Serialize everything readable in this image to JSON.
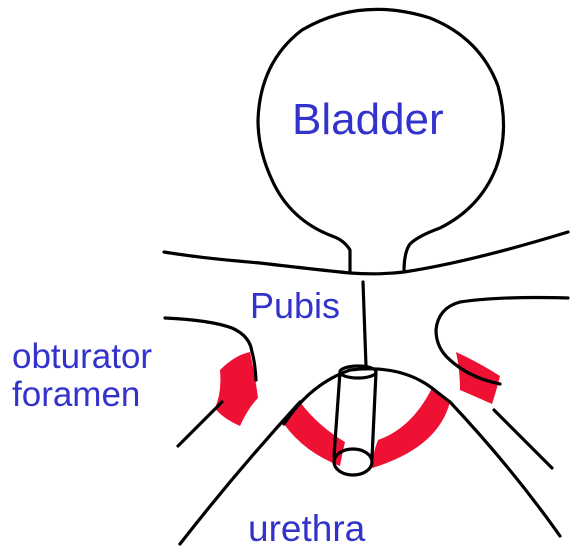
{
  "colors": {
    "background": "#ffffff",
    "outline": "#000000",
    "label_text": "#3333cc",
    "highlight": "#ee1133"
  },
  "labels": {
    "bladder": "Bladder",
    "pubis": "Pubis",
    "obturator_line1": "obturator",
    "obturator_line2": "foramen",
    "urethra": "urethra"
  }
}
